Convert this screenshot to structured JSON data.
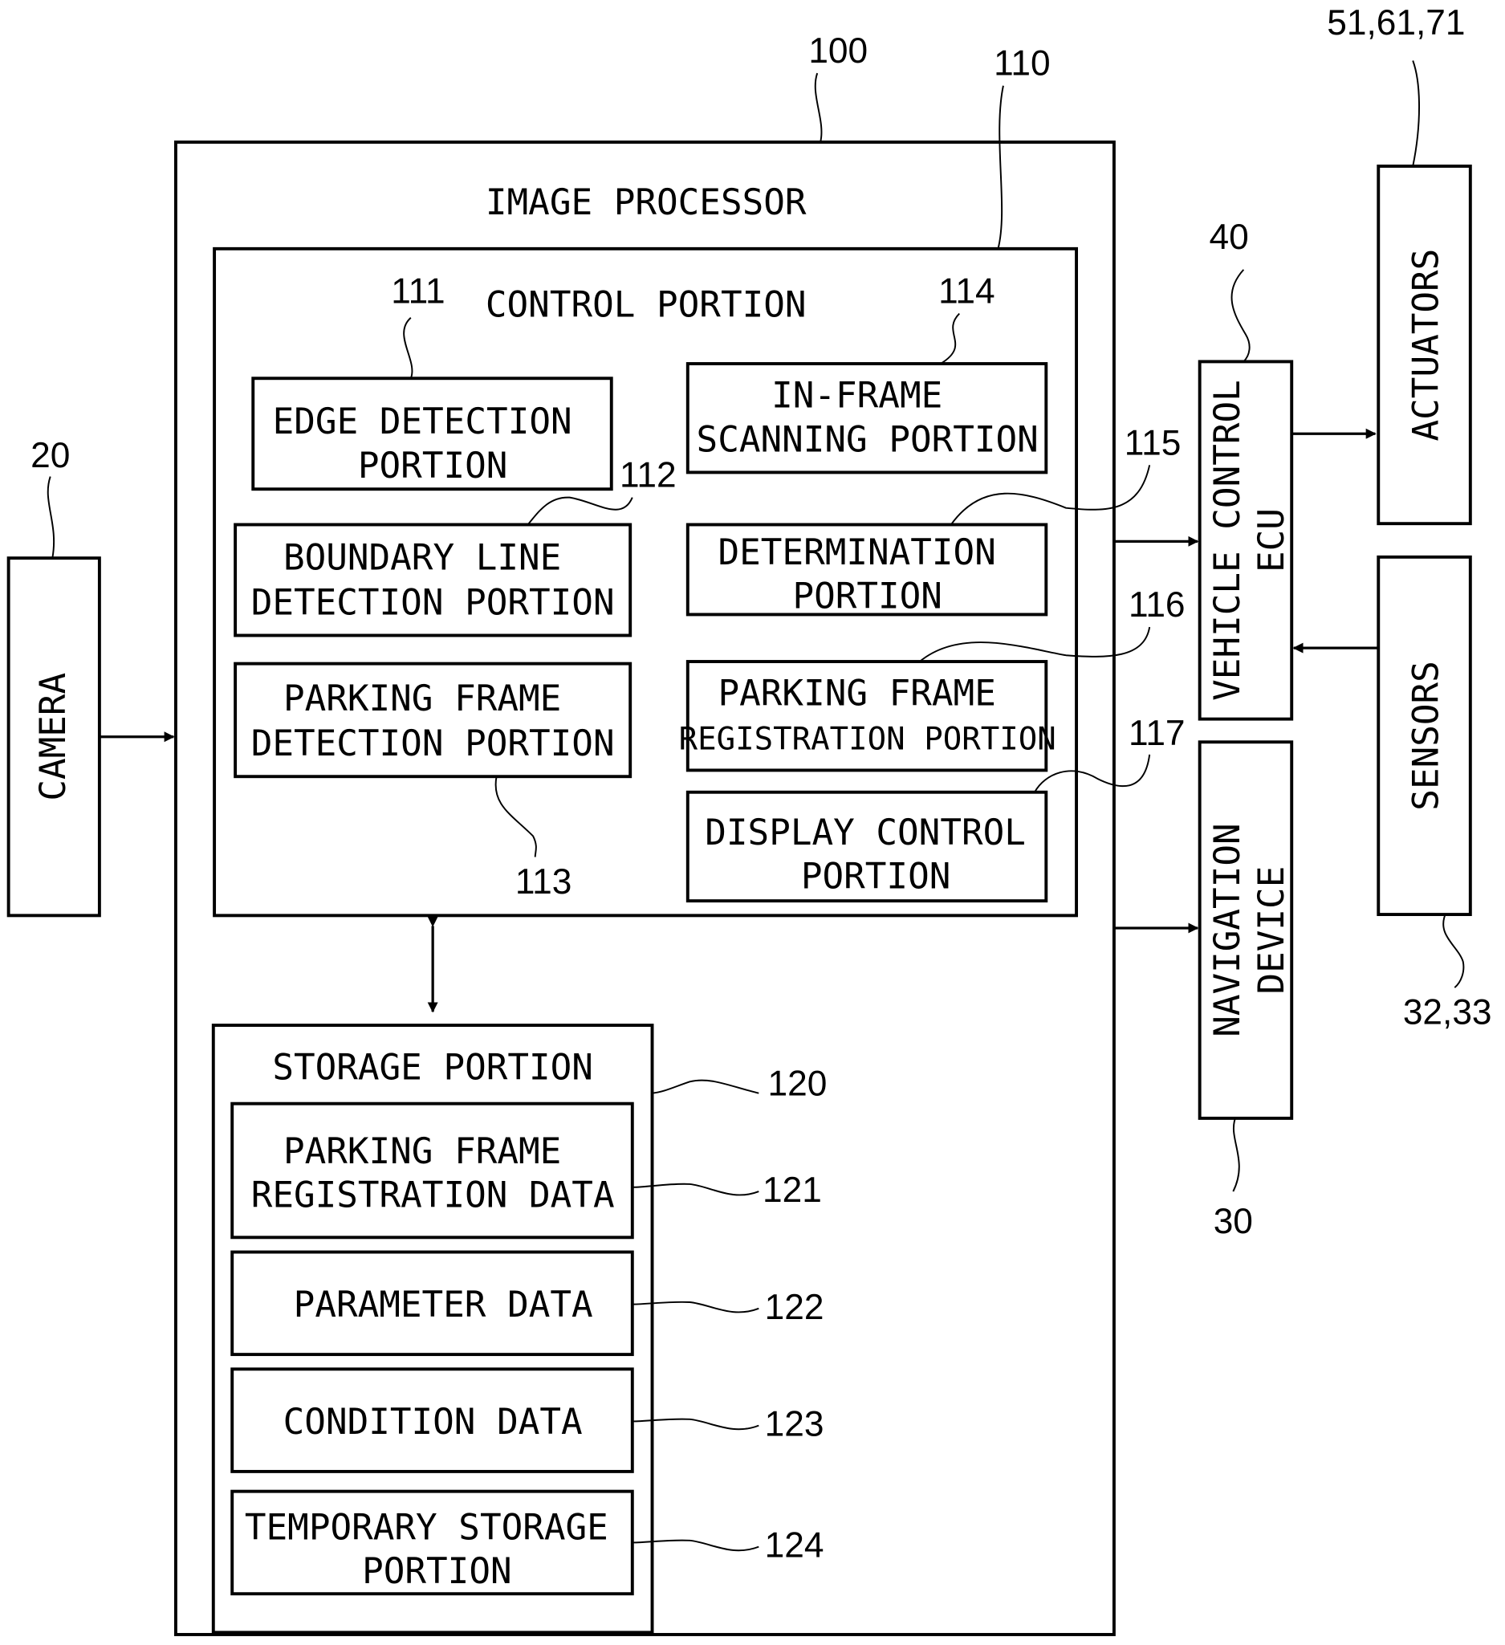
{
  "blocks": {
    "camera": {
      "label": "CAMERA",
      "ref": "20"
    },
    "image_processor": {
      "label": "IMAGE PROCESSOR",
      "ref": "100"
    },
    "control_portion": {
      "label": "CONTROL PORTION",
      "ref": "110"
    },
    "edge_detection": {
      "line1": "EDGE DETECTION",
      "line2": "PORTION",
      "ref": "111"
    },
    "boundary_line": {
      "line1": "BOUNDARY LINE",
      "line2": "DETECTION PORTION",
      "ref": "112"
    },
    "parking_frame_detection": {
      "line1": "PARKING FRAME",
      "line2": "DETECTION PORTION",
      "ref": "113"
    },
    "in_frame_scanning": {
      "line1": "IN-FRAME",
      "line2": "SCANNING PORTION",
      "ref": "114"
    },
    "determination": {
      "line1": "DETERMINATION",
      "line2": "PORTION",
      "ref": "115"
    },
    "parking_frame_registration": {
      "line1": "PARKING FRAME",
      "line2": "REGISTRATION PORTION",
      "ref": "116"
    },
    "display_control": {
      "line1": "DISPLAY CONTROL",
      "line2": "PORTION",
      "ref": "117"
    },
    "storage_portion": {
      "label": "STORAGE PORTION",
      "ref": "120"
    },
    "registration_data": {
      "line1": "PARKING FRAME",
      "line2": "REGISTRATION DATA",
      "ref": "121"
    },
    "parameter_data": {
      "label": "PARAMETER DATA",
      "ref": "122"
    },
    "condition_data": {
      "label": "CONDITION DATA",
      "ref": "123"
    },
    "temporary_storage": {
      "line1": "TEMPORARY STORAGE",
      "line2": "PORTION",
      "ref": "124"
    },
    "vehicle_control_ecu": {
      "line1": "VEHICLE CONTROL",
      "line2": "ECU",
      "ref": "40"
    },
    "navigation_device": {
      "line1": "NAVIGATION",
      "line2": "DEVICE",
      "ref": "30"
    },
    "actuators": {
      "label": "ACTUATORS",
      "ref": "51,61,71"
    },
    "sensors": {
      "label": "SENSORS",
      "ref": "32,33"
    }
  }
}
